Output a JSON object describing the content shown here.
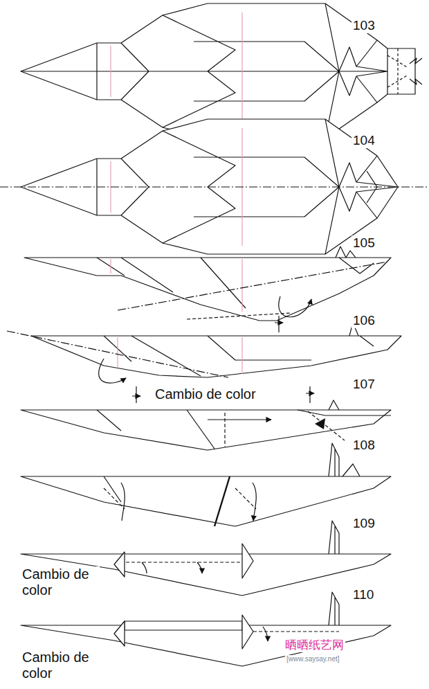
{
  "diagram": {
    "labels": [
      "103",
      "104",
      "105",
      "106",
      "Cambio de color",
      "107",
      "108",
      "109",
      "Cambio de color",
      "110",
      "Cambio de color",
      "晒晒纸艺网",
      "[www.saysay.net]"
    ]
  }
}
